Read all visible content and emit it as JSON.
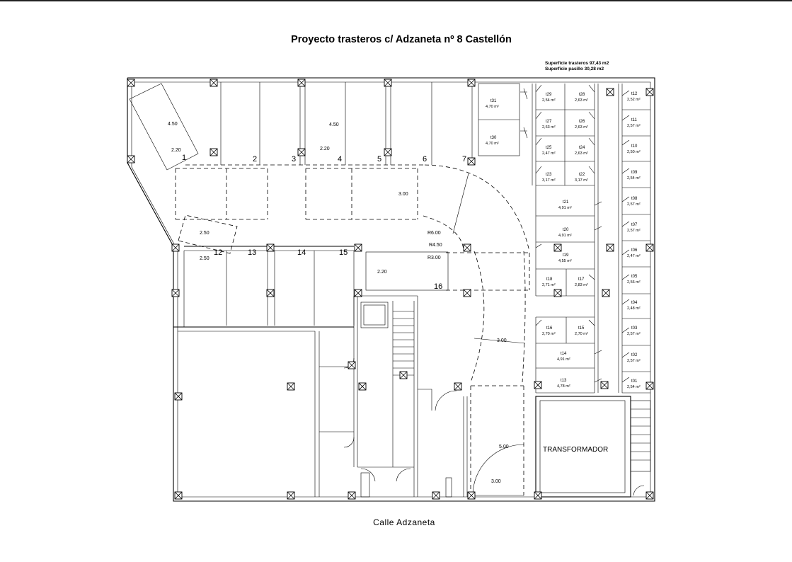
{
  "title": "Proyecto trasteros c/ Adzaneta nº 8 Castellón",
  "summary": {
    "line1": "Superficie trasteros 97,43 m2",
    "line2": "Superficie pasillo 30,28 m2"
  },
  "street": "Calle  Adzaneta",
  "transformer": "TRANSFORMADOR",
  "parking": [
    "1",
    "2",
    "3",
    "4",
    "5",
    "6",
    "7",
    "12",
    "13",
    "14",
    "15",
    "16"
  ],
  "dimensions": {
    "d450a": "4.50",
    "d220a": "2.20",
    "d450b": "4.50",
    "d220b": "2.20",
    "d250a": "2.50",
    "d250b": "2.50",
    "d300a": "3.00",
    "d220c": "2.20",
    "r600": "R6.00",
    "r450": "R4.50",
    "r300": "R3.00",
    "d300b": "3.00",
    "d500": "5.00",
    "d300c": "3.00"
  },
  "storage": [
    {
      "id": "t31",
      "area": "4,70 m²"
    },
    {
      "id": "t30",
      "area": "4,70 m²"
    },
    {
      "id": "t29",
      "area": "2,54 m²"
    },
    {
      "id": "t28",
      "area": "2,63 m²"
    },
    {
      "id": "t27",
      "area": "2,63 m²"
    },
    {
      "id": "t26",
      "area": "2,63 m²"
    },
    {
      "id": "t25",
      "area": "2,47 m²"
    },
    {
      "id": "t24",
      "area": "2,63 m²"
    },
    {
      "id": "t23",
      "area": "3,17 m²"
    },
    {
      "id": "t22",
      "area": "3,17 m²"
    },
    {
      "id": "t21",
      "area": "4,91 m²"
    },
    {
      "id": "t20",
      "area": "4,91 m²"
    },
    {
      "id": "t19",
      "area": "4,55 m²"
    },
    {
      "id": "t18",
      "area": "2,71 m²"
    },
    {
      "id": "t17",
      "area": "2,83 m²"
    },
    {
      "id": "t16",
      "area": "2,70 m²"
    },
    {
      "id": "t15",
      "area": "2,70 m²"
    },
    {
      "id": "t14",
      "area": "4,91 m²"
    },
    {
      "id": "t13",
      "area": "4,78 m²"
    },
    {
      "id": "t12",
      "area": "2,52 m²"
    },
    {
      "id": "t11",
      "area": "2,57 m²"
    },
    {
      "id": "t10",
      "area": "2,50 m²"
    },
    {
      "id": "t09",
      "area": "2,54 m²"
    },
    {
      "id": "t08",
      "area": "2,57 m²"
    },
    {
      "id": "t07",
      "area": "2,57 m²"
    },
    {
      "id": "t06",
      "area": "2,47 m²"
    },
    {
      "id": "t05",
      "area": "2,56 m²"
    },
    {
      "id": "t04",
      "area": "2,48 m²"
    },
    {
      "id": "t03",
      "area": "2,57 m²"
    },
    {
      "id": "t02",
      "area": "2,57 m²"
    },
    {
      "id": "t01",
      "area": "2,54 m²"
    }
  ]
}
